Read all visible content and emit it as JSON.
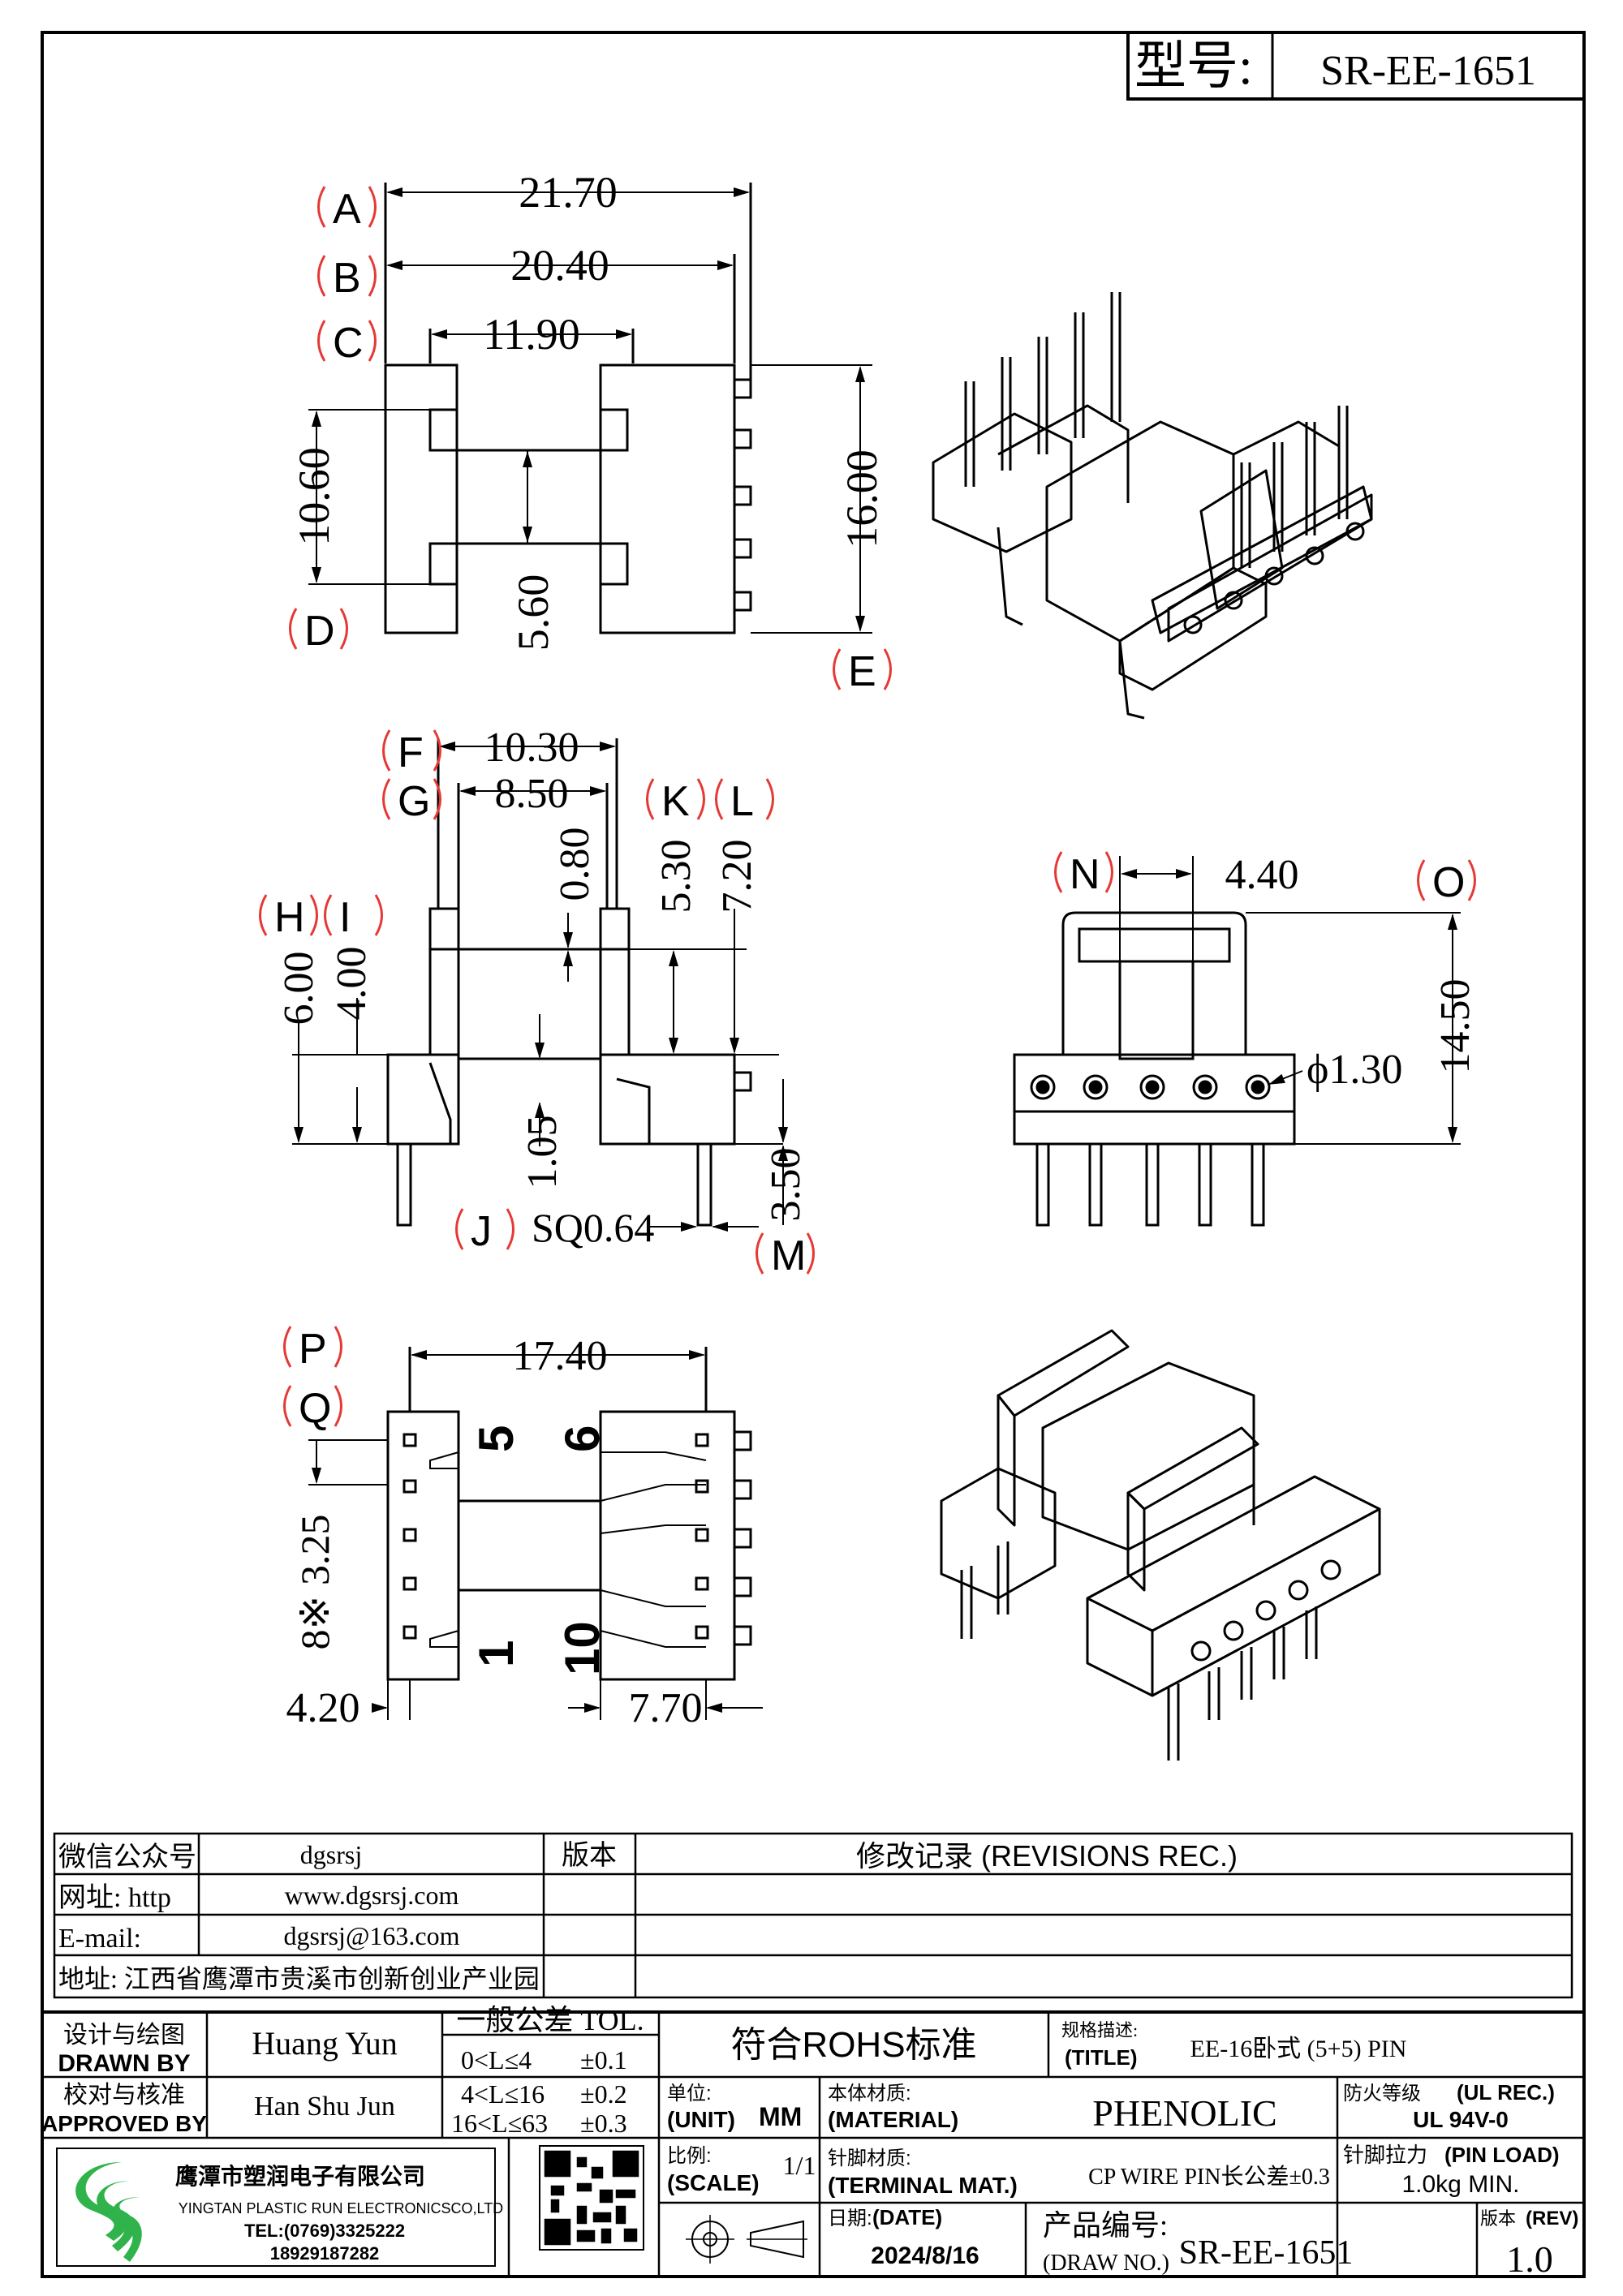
{
  "model": {
    "label": "型号:",
    "value": "SR-EE-1651"
  },
  "dims": {
    "top_a": "21.70",
    "top_b": "20.40",
    "top_c": "11.90",
    "top_d": "10.60",
    "top_mid": "5.60",
    "top_e": "16.00",
    "side_f": "10.30",
    "side_g": "8.50",
    "side_k": "0.80",
    "side_k2": "5.30",
    "side_l": "7.20",
    "side_h": "6.00",
    "side_i": "4.00",
    "side_j": "1.05",
    "side_m": "3.50",
    "side_sq": "SQ0.64",
    "front_n": "4.40",
    "front_dia": "ϕ1.30",
    "front_o": "14.50",
    "bot_p": "17.40",
    "bot_q": "8※ 3.25",
    "bot_left": "4.20",
    "bot_right": "7.70",
    "pin5": "5",
    "pin6": "6",
    "pin1": "1",
    "pin10": "10"
  },
  "callouts": {
    "A": "A",
    "B": "B",
    "C": "C",
    "D": "D",
    "E": "E",
    "F": "F",
    "G": "G",
    "H": "H",
    "I": "I",
    "J": "J",
    "K": "K",
    "L": "L",
    "M": "M",
    "N": "N",
    "O": "O",
    "P": "P",
    "Q": "Q"
  },
  "info": {
    "wechat_label": "微信公众号",
    "wechat_value": "dgsrsj",
    "web_label": "网址: http",
    "web_value": "www.dgsrsj.com",
    "email_label": "E-mail:",
    "email_value": "dgsrsj@163.com",
    "addr": "地址: 江西省鹰潭市贵溪市创新创业产业园",
    "version_label": "版本",
    "revisions_title": "修改记录 (REVISIONS REC.)"
  },
  "title_block": {
    "drawn_cn": "设计与绘图",
    "drawn_en": "DRAWN BY",
    "drawn_name": "Huang Yun",
    "approved_cn": "校对与核准",
    "approved_en": "APPROVED BY",
    "approved_name": "Han Shu Jun",
    "tol_title": "一般公差 TOL.",
    "tol_rows": [
      {
        "range": "0<L≤4",
        "val": "±0.1"
      },
      {
        "range": "4<L≤16",
        "val": "±0.2"
      },
      {
        "range": "16<L≤63",
        "val": "±0.3"
      }
    ],
    "rohs": "符合ROHS标准",
    "title_cn": "规格描述:",
    "title_en": "(TITLE)",
    "title_value": "EE-16卧式 (5+5) PIN",
    "unit_cn": "单位:",
    "unit_en": "(UNIT)",
    "unit_value": "MM",
    "mat_cn": "本体材质:",
    "mat_en": "(MATERIAL)",
    "mat_value": "PHENOLIC",
    "fire_cn": "防火等级",
    "fire_en": "(UL REC.)",
    "fire_value": "UL 94V-0",
    "company_cn": "鹰潭市塑润电子有限公司",
    "company_en": "YINGTAN PLASTIC RUN ELECTRONICSCO,LTD",
    "tel": "TEL:(0769)3325222",
    "mobile": "18929187282",
    "scale_cn": "比例:",
    "scale_en": "(SCALE)",
    "scale_value": "1/1",
    "term_cn": "针脚材质:",
    "term_en": "(TERMINAL MAT.)",
    "term_value": "CP WIRE PIN长公差±0.3",
    "load_cn": "针脚拉力",
    "load_en": "(PIN LOAD)",
    "load_value": "1.0kg MIN.",
    "date_cn": "日期:",
    "date_en": "(DATE)",
    "date_value": "2024/8/16",
    "drawno_cn": "产品编号:",
    "drawno_en": "(DRAW NO.)",
    "drawno_value": "SR-EE-1651",
    "rev_cn": "版本",
    "rev_en": "(REV)",
    "rev_value": "1.0"
  }
}
